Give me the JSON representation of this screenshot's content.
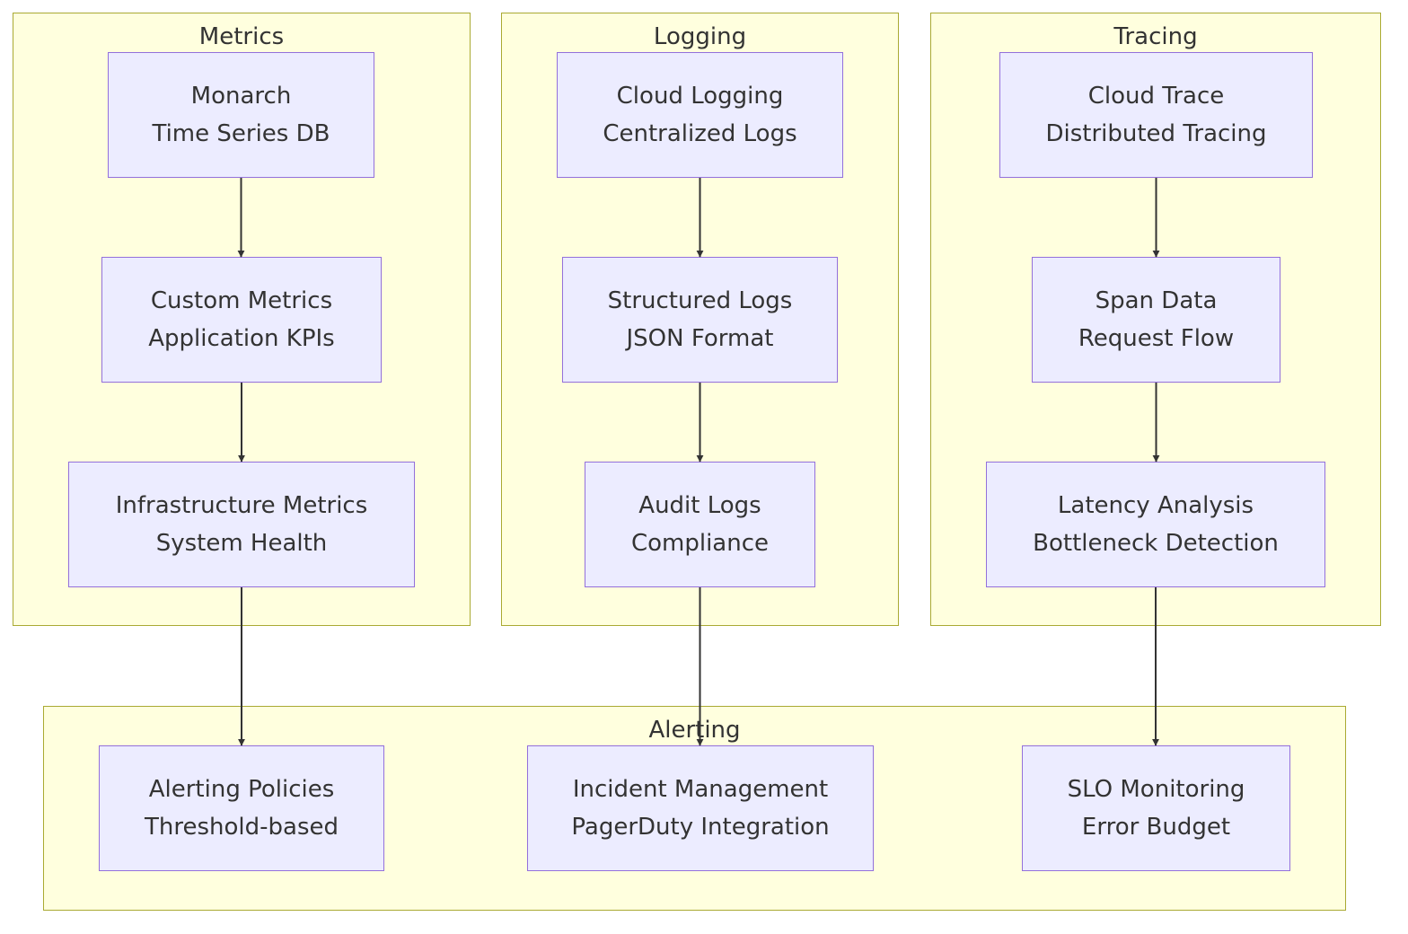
{
  "clusters": {
    "metrics": {
      "title": "Metrics"
    },
    "logging": {
      "title": "Logging"
    },
    "tracing": {
      "title": "Tracing"
    },
    "alerting": {
      "title": "Alerting"
    }
  },
  "nodes": {
    "monarch": {
      "line1": "Monarch",
      "line2": "Time Series DB"
    },
    "custom_metrics": {
      "line1": "Custom Metrics",
      "line2": "Application KPIs"
    },
    "infra_metrics": {
      "line1": "Infrastructure Metrics",
      "line2": "System Health"
    },
    "cloud_logging": {
      "line1": "Cloud Logging",
      "line2": "Centralized Logs"
    },
    "structured_logs": {
      "line1": "Structured Logs",
      "line2": "JSON Format"
    },
    "audit_logs": {
      "line1": "Audit Logs",
      "line2": "Compliance"
    },
    "cloud_trace": {
      "line1": "Cloud Trace",
      "line2": "Distributed Tracing"
    },
    "span_data": {
      "line1": "Span Data",
      "line2": "Request Flow"
    },
    "latency_analysis": {
      "line1": "Latency Analysis",
      "line2": "Bottleneck Detection"
    },
    "alerting_policies": {
      "line1": "Alerting Policies",
      "line2": "Threshold-based"
    },
    "incident_management": {
      "line1": "Incident Management",
      "line2": "PagerDuty Integration"
    },
    "slo_monitoring": {
      "line1": "SLO Monitoring",
      "line2": "Error Budget"
    }
  },
  "edges": [
    {
      "from": "monarch",
      "to": "custom_metrics"
    },
    {
      "from": "custom_metrics",
      "to": "infra_metrics"
    },
    {
      "from": "infra_metrics",
      "to": "alerting_policies"
    },
    {
      "from": "cloud_logging",
      "to": "structured_logs"
    },
    {
      "from": "structured_logs",
      "to": "audit_logs"
    },
    {
      "from": "audit_logs",
      "to": "incident_management"
    },
    {
      "from": "cloud_trace",
      "to": "span_data"
    },
    {
      "from": "span_data",
      "to": "latency_analysis"
    },
    {
      "from": "latency_analysis",
      "to": "slo_monitoring"
    }
  ],
  "colors": {
    "cluster_fill": "#ffffde",
    "cluster_stroke": "#aaaa33",
    "node_fill": "#ececff",
    "node_stroke": "#9370db",
    "edge": "#333333"
  }
}
